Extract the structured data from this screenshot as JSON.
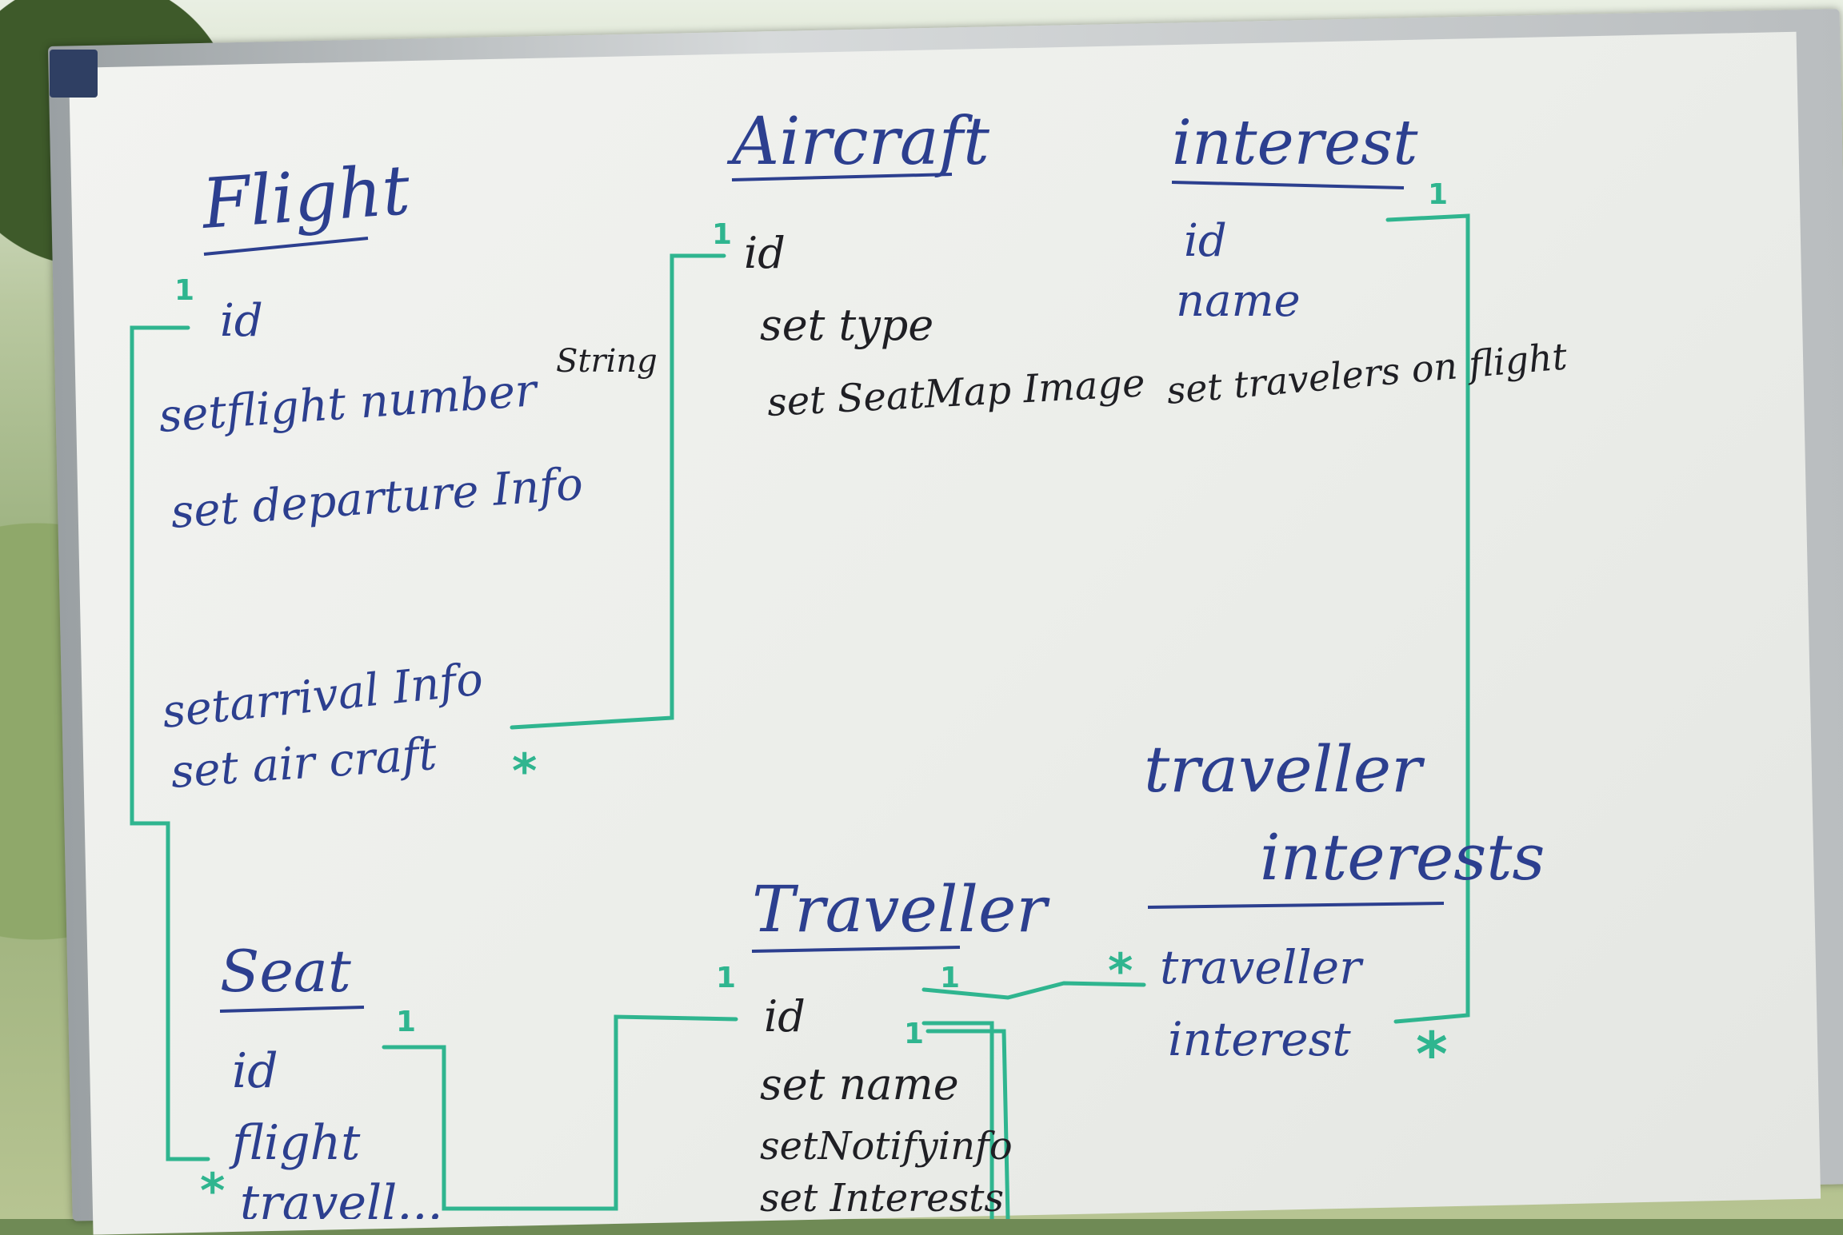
{
  "colors": {
    "blue_marker": "#2c3f8f",
    "black_marker": "#1f1f24",
    "green_marker": "#2fb58f",
    "board": "#eef0ec"
  },
  "entities": {
    "flight": {
      "title": "Flight",
      "fields": [
        "id",
        "setflight number",
        "set departure Info",
        "setarrival Info",
        "set air craft"
      ]
    },
    "aircraft": {
      "title": "Aircraft",
      "fields": [
        "id",
        "set type",
        "set SeatMap Image"
      ]
    },
    "interest": {
      "title": "interest",
      "fields": [
        "id",
        "name",
        "set travelers on flight"
      ]
    },
    "seat": {
      "title": "Seat",
      "fields": [
        "id",
        "flight",
        "travell..."
      ]
    },
    "traveller": {
      "title": "Traveller",
      "fields": [
        "id",
        "set name",
        "setNotifyinfo",
        "set Interests"
      ]
    },
    "traveller_interests": {
      "title_line1": "traveller",
      "title_line2": "interests",
      "fields": [
        "traveller",
        "interest"
      ]
    }
  },
  "annotations": {
    "string_note": "String"
  },
  "multiplicity": {
    "one": "1",
    "many": "*"
  }
}
